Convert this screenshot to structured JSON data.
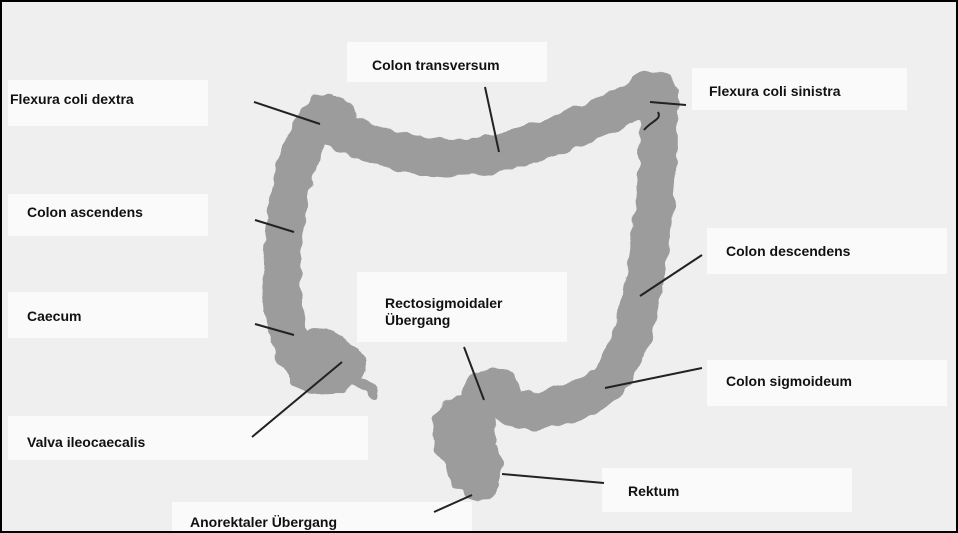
{
  "labels": {
    "flexura_coli_dextra": "Flexura coli dextra",
    "colon_transversum": "Colon transversum",
    "flexura_coli_sinistra": "Flexura coli sinistra",
    "colon_ascendens": "Colon ascendens",
    "colon_descendens": "Colon descendens",
    "caecum": "Caecum",
    "rectosigmoidaler_line1": "Rectosigmoidaler",
    "rectosigmoidaler_line2": "Übergang",
    "colon_sigmoideum": "Colon sigmoideum",
    "valva_ileocaecalis": "Valva ileocaecalis",
    "rektum": "Rektum",
    "anorektaler_uebergang": "Anorektaler Übergang"
  },
  "colors": {
    "background": "#efefef",
    "colon_fill": "#9c9c9c",
    "leader_line": "#222222"
  }
}
